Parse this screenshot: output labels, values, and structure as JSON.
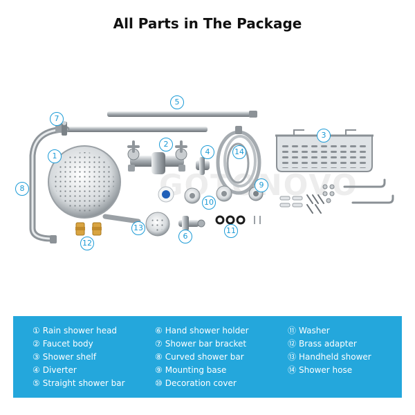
{
  "title": "All Parts in The Package",
  "watermark": "GOTONOVO",
  "callouts": [
    "1",
    "2",
    "3",
    "4",
    "5",
    "6",
    "7",
    "8",
    "9",
    "10",
    "11",
    "12",
    "13",
    "14"
  ],
  "legend": {
    "columns": [
      [
        {
          "num": "①",
          "label": "Rain shower head"
        },
        {
          "num": "②",
          "label": "Faucet body"
        },
        {
          "num": "③",
          "label": "Shower shelf"
        },
        {
          "num": "④",
          "label": "Diverter"
        },
        {
          "num": "⑤",
          "label": "Straight shower bar"
        }
      ],
      [
        {
          "num": "⑥",
          "label": "Hand shower holder"
        },
        {
          "num": "⑦",
          "label": "Shower bar bracket"
        },
        {
          "num": "⑧",
          "label": "Curved shower bar"
        },
        {
          "num": "⑨",
          "label": "Mounting base"
        },
        {
          "num": "⑩",
          "label": "Decoration cover"
        }
      ],
      [
        {
          "num": "⑪",
          "label": "Washer"
        },
        {
          "num": "⑫",
          "label": "Brass adapter"
        },
        {
          "num": "⑬",
          "label": "Handheld shower"
        },
        {
          "num": "⑭",
          "label": "Shower hose"
        }
      ]
    ]
  },
  "colors": {
    "accent": "#24a7dc",
    "callout": "#1a9ad6",
    "metal": "#b8bdc2",
    "brass": "#d9a441"
  }
}
